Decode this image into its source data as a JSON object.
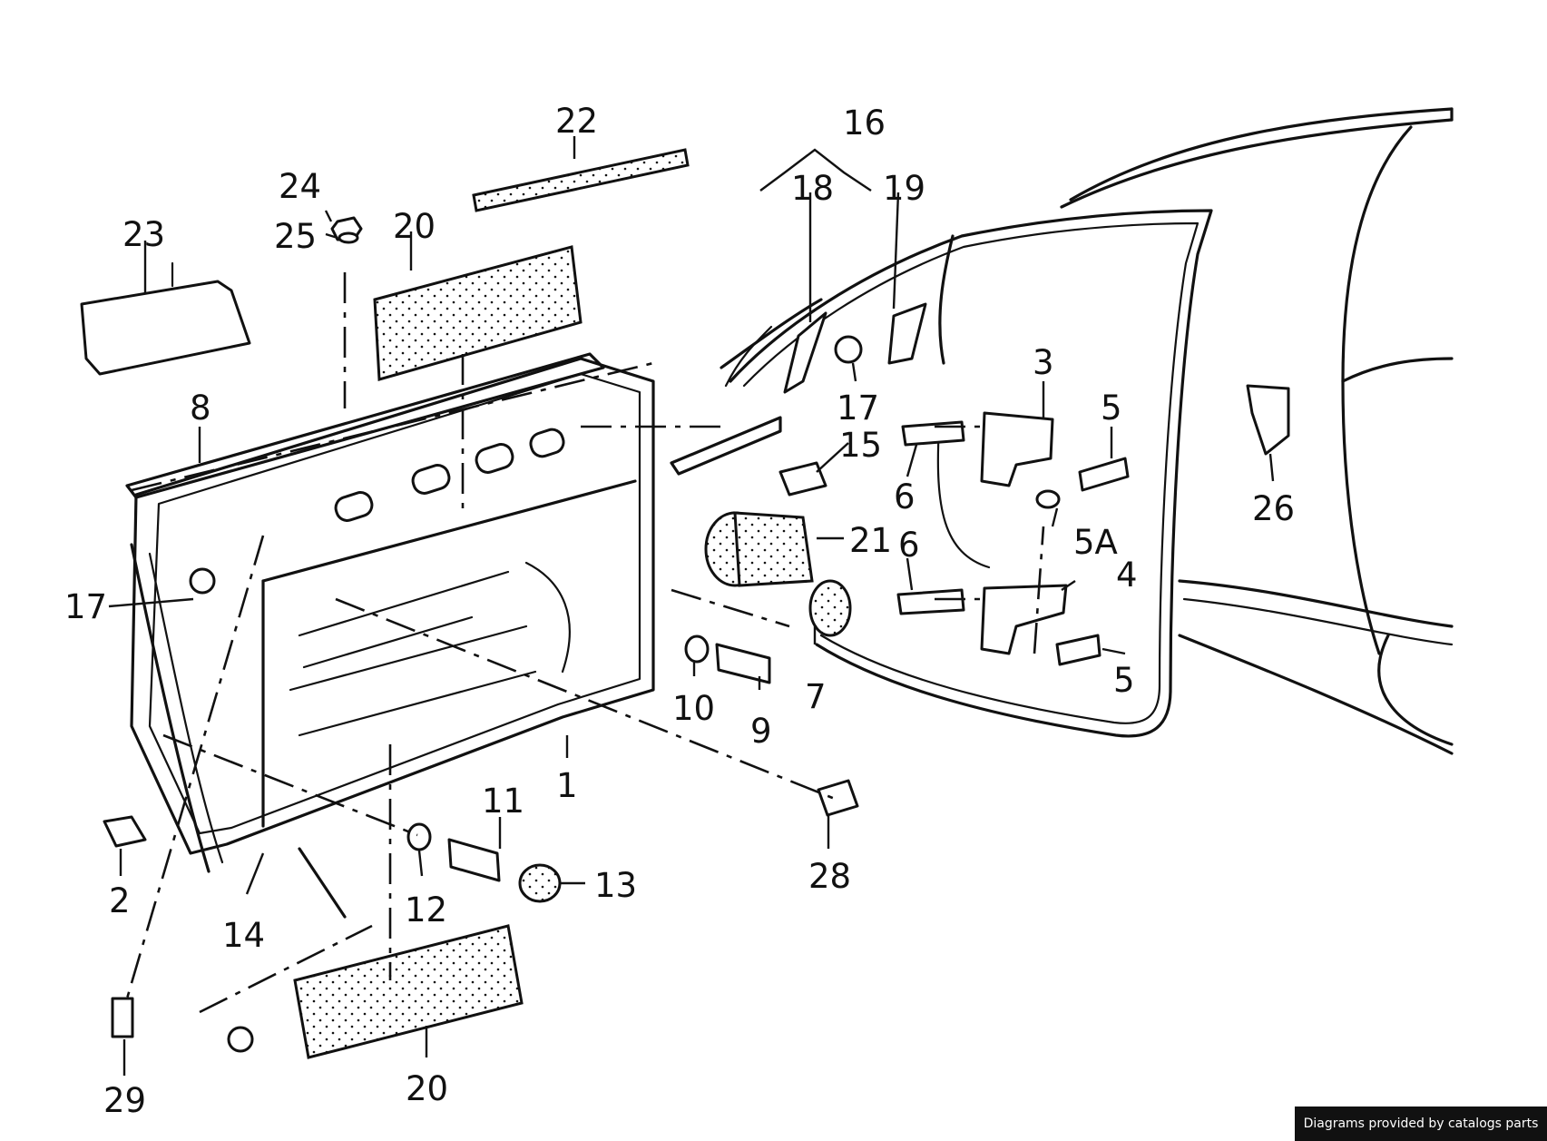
{
  "diagram": {
    "callouts": [
      {
        "id": "c1",
        "label": "1"
      },
      {
        "id": "c2",
        "label": "2"
      },
      {
        "id": "c3",
        "label": "3"
      },
      {
        "id": "c4",
        "label": "4"
      },
      {
        "id": "c5a",
        "label": "5"
      },
      {
        "id": "c5b",
        "label": "5"
      },
      {
        "id": "c5A",
        "label": "5A"
      },
      {
        "id": "c6a",
        "label": "6"
      },
      {
        "id": "c6b",
        "label": "6"
      },
      {
        "id": "c7",
        "label": "7"
      },
      {
        "id": "c8",
        "label": "8"
      },
      {
        "id": "c9",
        "label": "9"
      },
      {
        "id": "c10",
        "label": "10"
      },
      {
        "id": "c11",
        "label": "11"
      },
      {
        "id": "c12",
        "label": "12"
      },
      {
        "id": "c13",
        "label": "13"
      },
      {
        "id": "c14",
        "label": "14"
      },
      {
        "id": "c15",
        "label": "15"
      },
      {
        "id": "c16",
        "label": "16"
      },
      {
        "id": "c17a",
        "label": "17"
      },
      {
        "id": "c17b",
        "label": "17"
      },
      {
        "id": "c18",
        "label": "18"
      },
      {
        "id": "c19",
        "label": "19"
      },
      {
        "id": "c20a",
        "label": "20"
      },
      {
        "id": "c20b",
        "label": "20"
      },
      {
        "id": "c21",
        "label": "21"
      },
      {
        "id": "c22",
        "label": "22"
      },
      {
        "id": "c23",
        "label": "23"
      },
      {
        "id": "c24",
        "label": "24"
      },
      {
        "id": "c25",
        "label": "25"
      },
      {
        "id": "c26",
        "label": "26"
      },
      {
        "id": "c28",
        "label": "28"
      },
      {
        "id": "c29",
        "label": "29"
      }
    ]
  },
  "footer": {
    "credit": "Diagrams provided by catalogs parts"
  }
}
